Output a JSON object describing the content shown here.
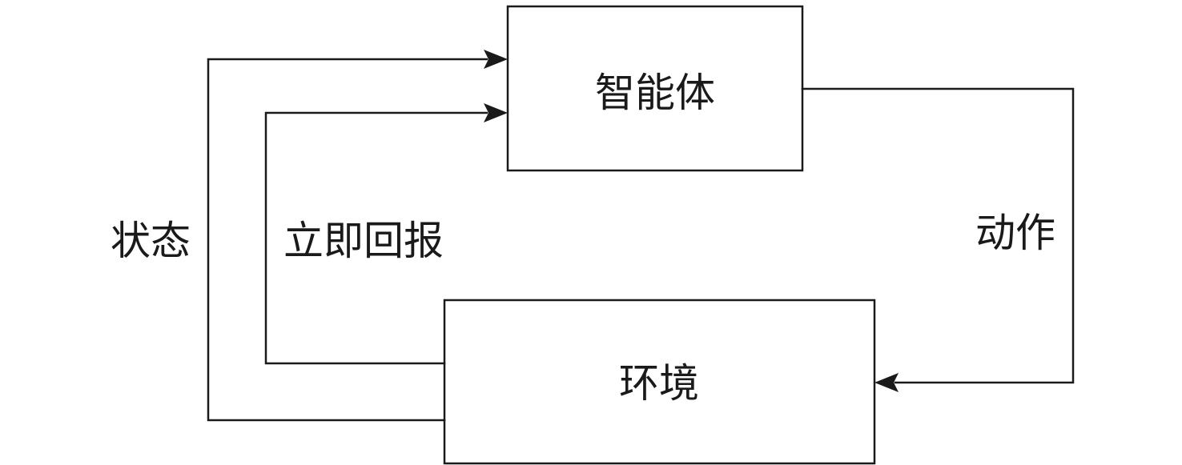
{
  "nodes": {
    "agent": "智能体",
    "environment": "环境"
  },
  "edges": {
    "state": "状态",
    "reward": "立即回报",
    "action": "动作"
  }
}
